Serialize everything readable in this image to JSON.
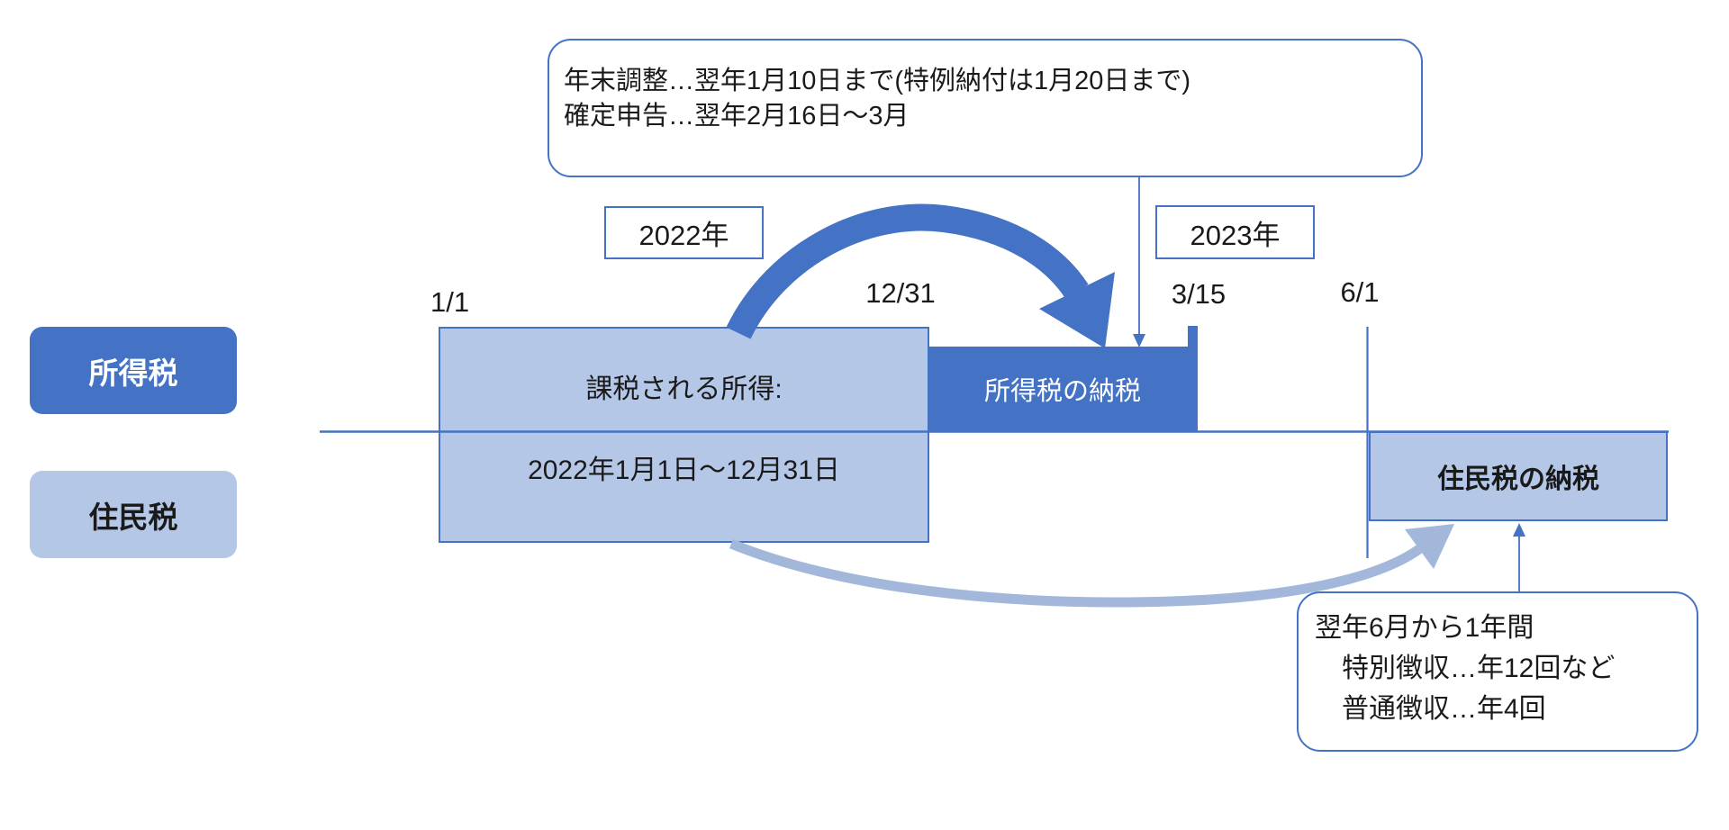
{
  "colors": {
    "accent": "#4472c4",
    "light": "#b4c7e7",
    "lightArrow": "#a3b7da",
    "ink": "#1a1a1a"
  },
  "top_callout": {
    "line1": "年末調整…翌年1月10日まで(特例納付は1月20日まで)",
    "line2": "確定申告…翌年2月16日〜3月"
  },
  "year_badges": {
    "y2022": "2022年",
    "y2023": "2023年"
  },
  "timeline_ticks": {
    "jan1": "1/1",
    "dec31": "12/31",
    "mar15": "3/15",
    "jun1": "6/1"
  },
  "row_labels": {
    "income_tax": "所得税",
    "resident_tax": "住民税"
  },
  "taxable_income_box": {
    "line1": "課税される所得:",
    "line2": "2022年1月1日〜12月31日"
  },
  "payment_boxes": {
    "income_tax_payment": "所得税の納税",
    "resident_tax_payment": "住民税の納税"
  },
  "bottom_callout": {
    "line1": "翌年6月から1年間",
    "line2": "　特別徴収…年12回など",
    "line3": "　普通徴収…年4回"
  }
}
